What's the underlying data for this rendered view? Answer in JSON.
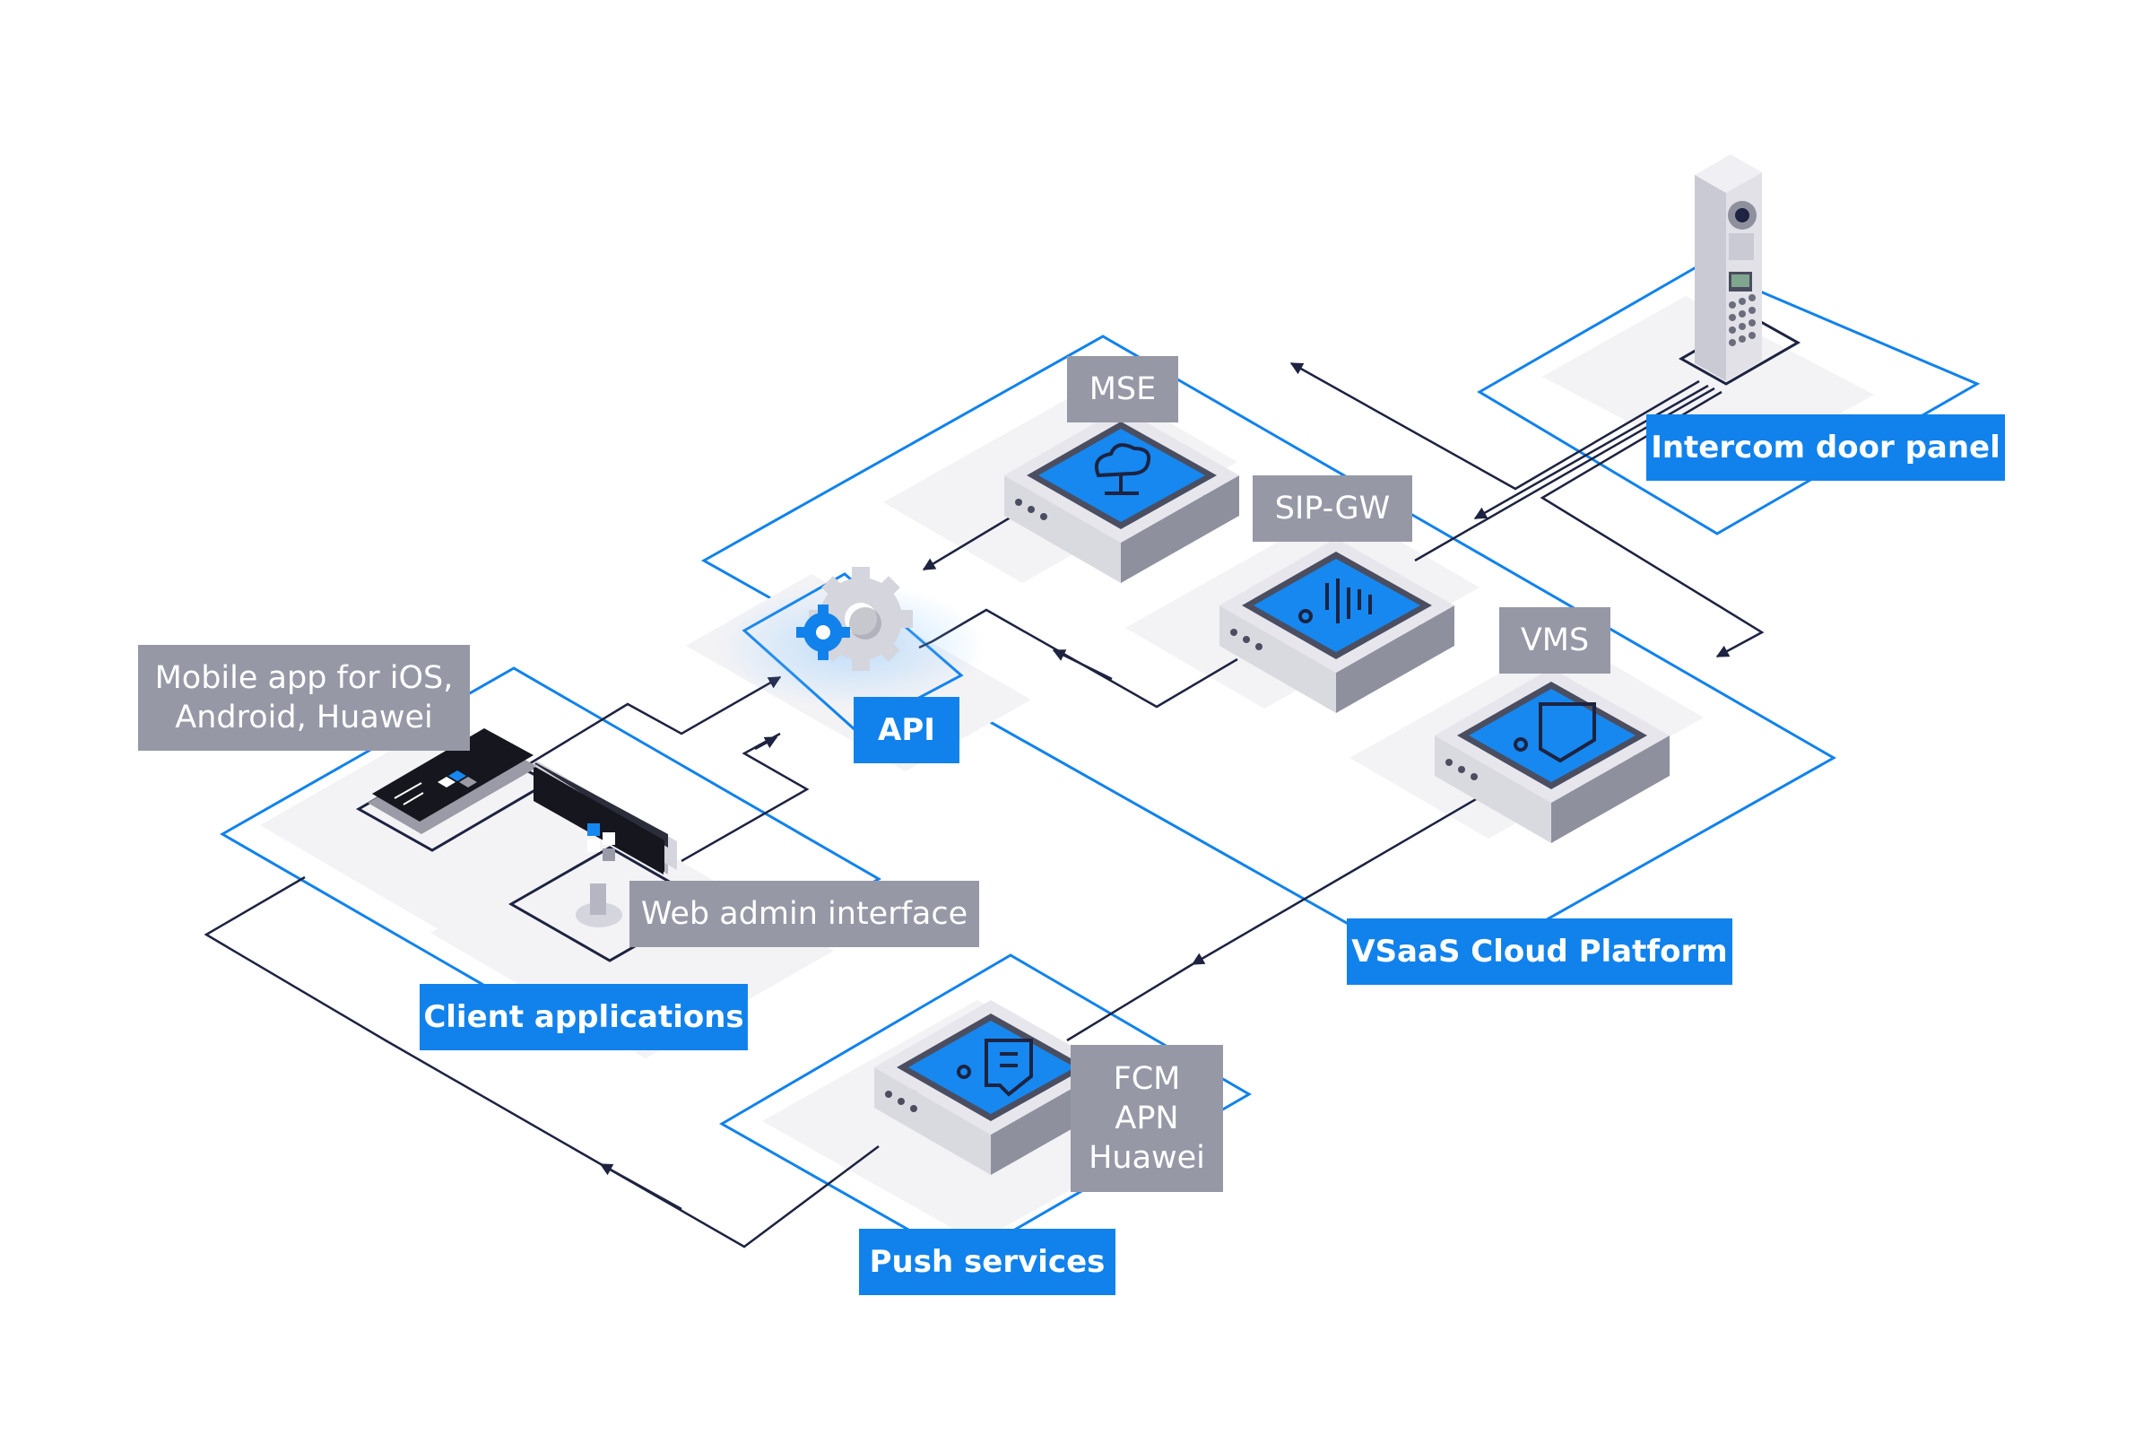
{
  "colors": {
    "accent": "#1182ec",
    "label_gray": "#9698a6",
    "line": "#1d2340",
    "server_body": "#d9d9e0",
    "server_side": "#8f909e",
    "screen": "#1688f0",
    "zone_fill": "#f3f3f6"
  },
  "zones": {
    "cloud_platform": "VSaaS Cloud Platform",
    "intercom": "Intercom door panel",
    "clients": "Client applications",
    "push": "Push services"
  },
  "nodes": {
    "mse": "MSE",
    "sip_gw": "SIP-GW",
    "vms": "VMS",
    "api": "API",
    "mobile_app": "Mobile app for iOS,\nAndroid, Huawei",
    "web_admin": "Web admin interface",
    "push_providers": "FCM\nAPN\nHuawei"
  },
  "icons": {
    "mse": "cloud-network-icon",
    "sip_gw": "sound-wave-settings-icon",
    "vms": "video-settings-icon",
    "push": "chat-settings-icon",
    "api": "gears-icon"
  }
}
